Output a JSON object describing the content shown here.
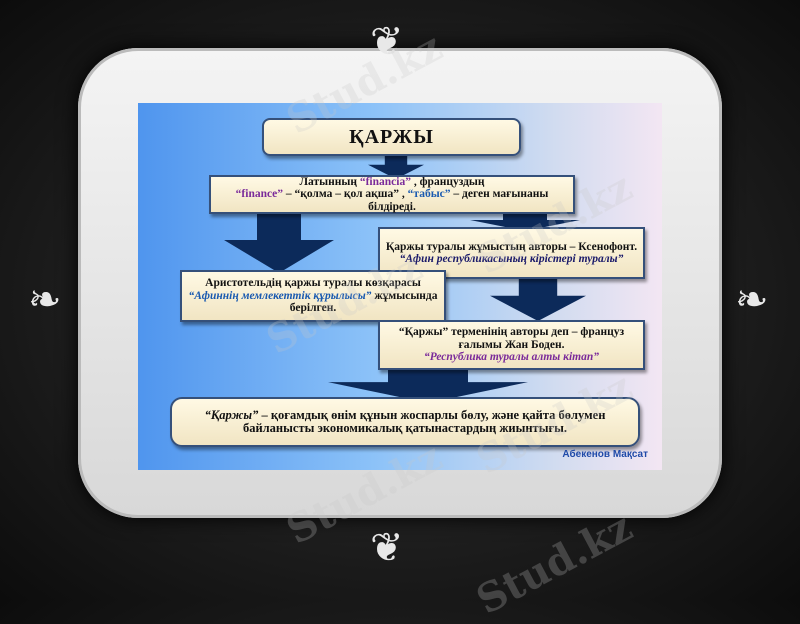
{
  "title": "ҚАРЖЫ",
  "box1": {
    "t1": "Латынның ",
    "q1": "“financia”",
    "t2": " , француздың",
    "q2": "“finance”",
    "t3": " – “қолма – қол ақша” , ",
    "q3": "“табыс”",
    "t4": " – деген мағынаны білдіреді."
  },
  "box2": {
    "t1": "Қаржы туралы жұмыстың авторы – Ксенофонт. ",
    "q1": "“Афин республикасының кірістері туралы”"
  },
  "box3": {
    "t1": "Аристотельдің қаржы туралы көзқарасы ",
    "q1": "“Афиннің мемлекеттік құрылысы”",
    "t2": " жұмысында берілген."
  },
  "box4": {
    "t1": "“Қаржы” терменінің авторы деп – француз ғалымы Жан Боден.",
    "q1": "“Республика туралы алты кітап”"
  },
  "box5": {
    "q1": "“Қаржы”",
    "t1": " – қоғамдық өнім құнын жоспарлы бөлу, және қайта бөлумен байланысты экономикалық қатынастардың жиынтығы."
  },
  "author": "Абекенов Мақсат",
  "watermark": "Stud.kz",
  "colors": {
    "arrow": "#0c2a5a",
    "box": "#f5ecd0"
  }
}
